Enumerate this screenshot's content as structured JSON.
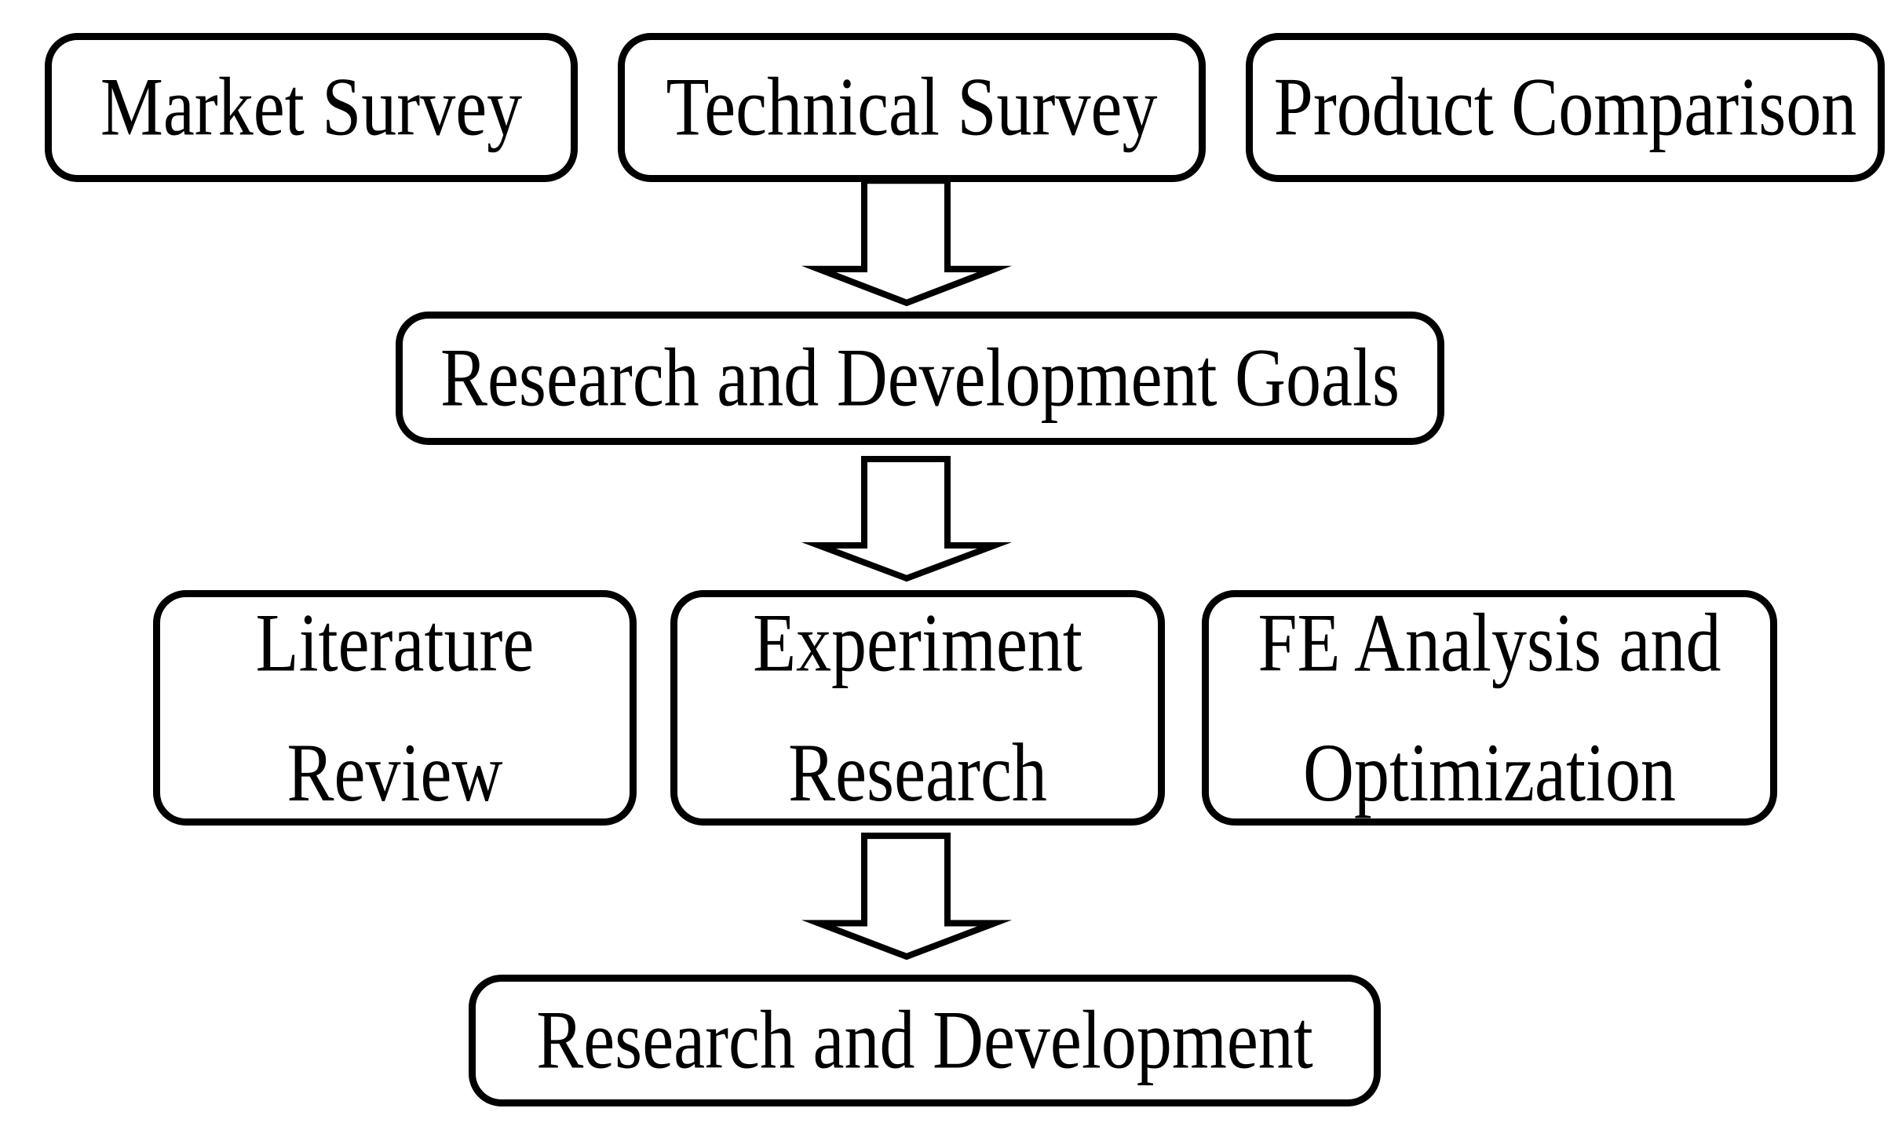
{
  "figure": {
    "type": "flowchart",
    "background_color": "#ffffff",
    "stroke_color": "#000000",
    "fill_color": "#ffffff",
    "nodes": {
      "market_survey": {
        "label": "Market Survey"
      },
      "technical_survey": {
        "label": "Technical Survey"
      },
      "product_comparison": {
        "label": "Product Comparison"
      },
      "rd_goals": {
        "label": "Research and Development Goals"
      },
      "literature_review": {
        "label": "Literature\nReview"
      },
      "experiment_research": {
        "label": "Experiment\nResearch"
      },
      "fe_analysis": {
        "label": "FE Analysis and\nOptimization"
      },
      "rd": {
        "label": "Research and Development"
      }
    },
    "connections": [
      {
        "from": "Technical Survey",
        "to": "Research and Development Goals"
      },
      {
        "from": "Research and Development Goals",
        "to": "Experiment Research"
      },
      {
        "from": "Experiment Research",
        "to": "Research and Development"
      }
    ]
  }
}
